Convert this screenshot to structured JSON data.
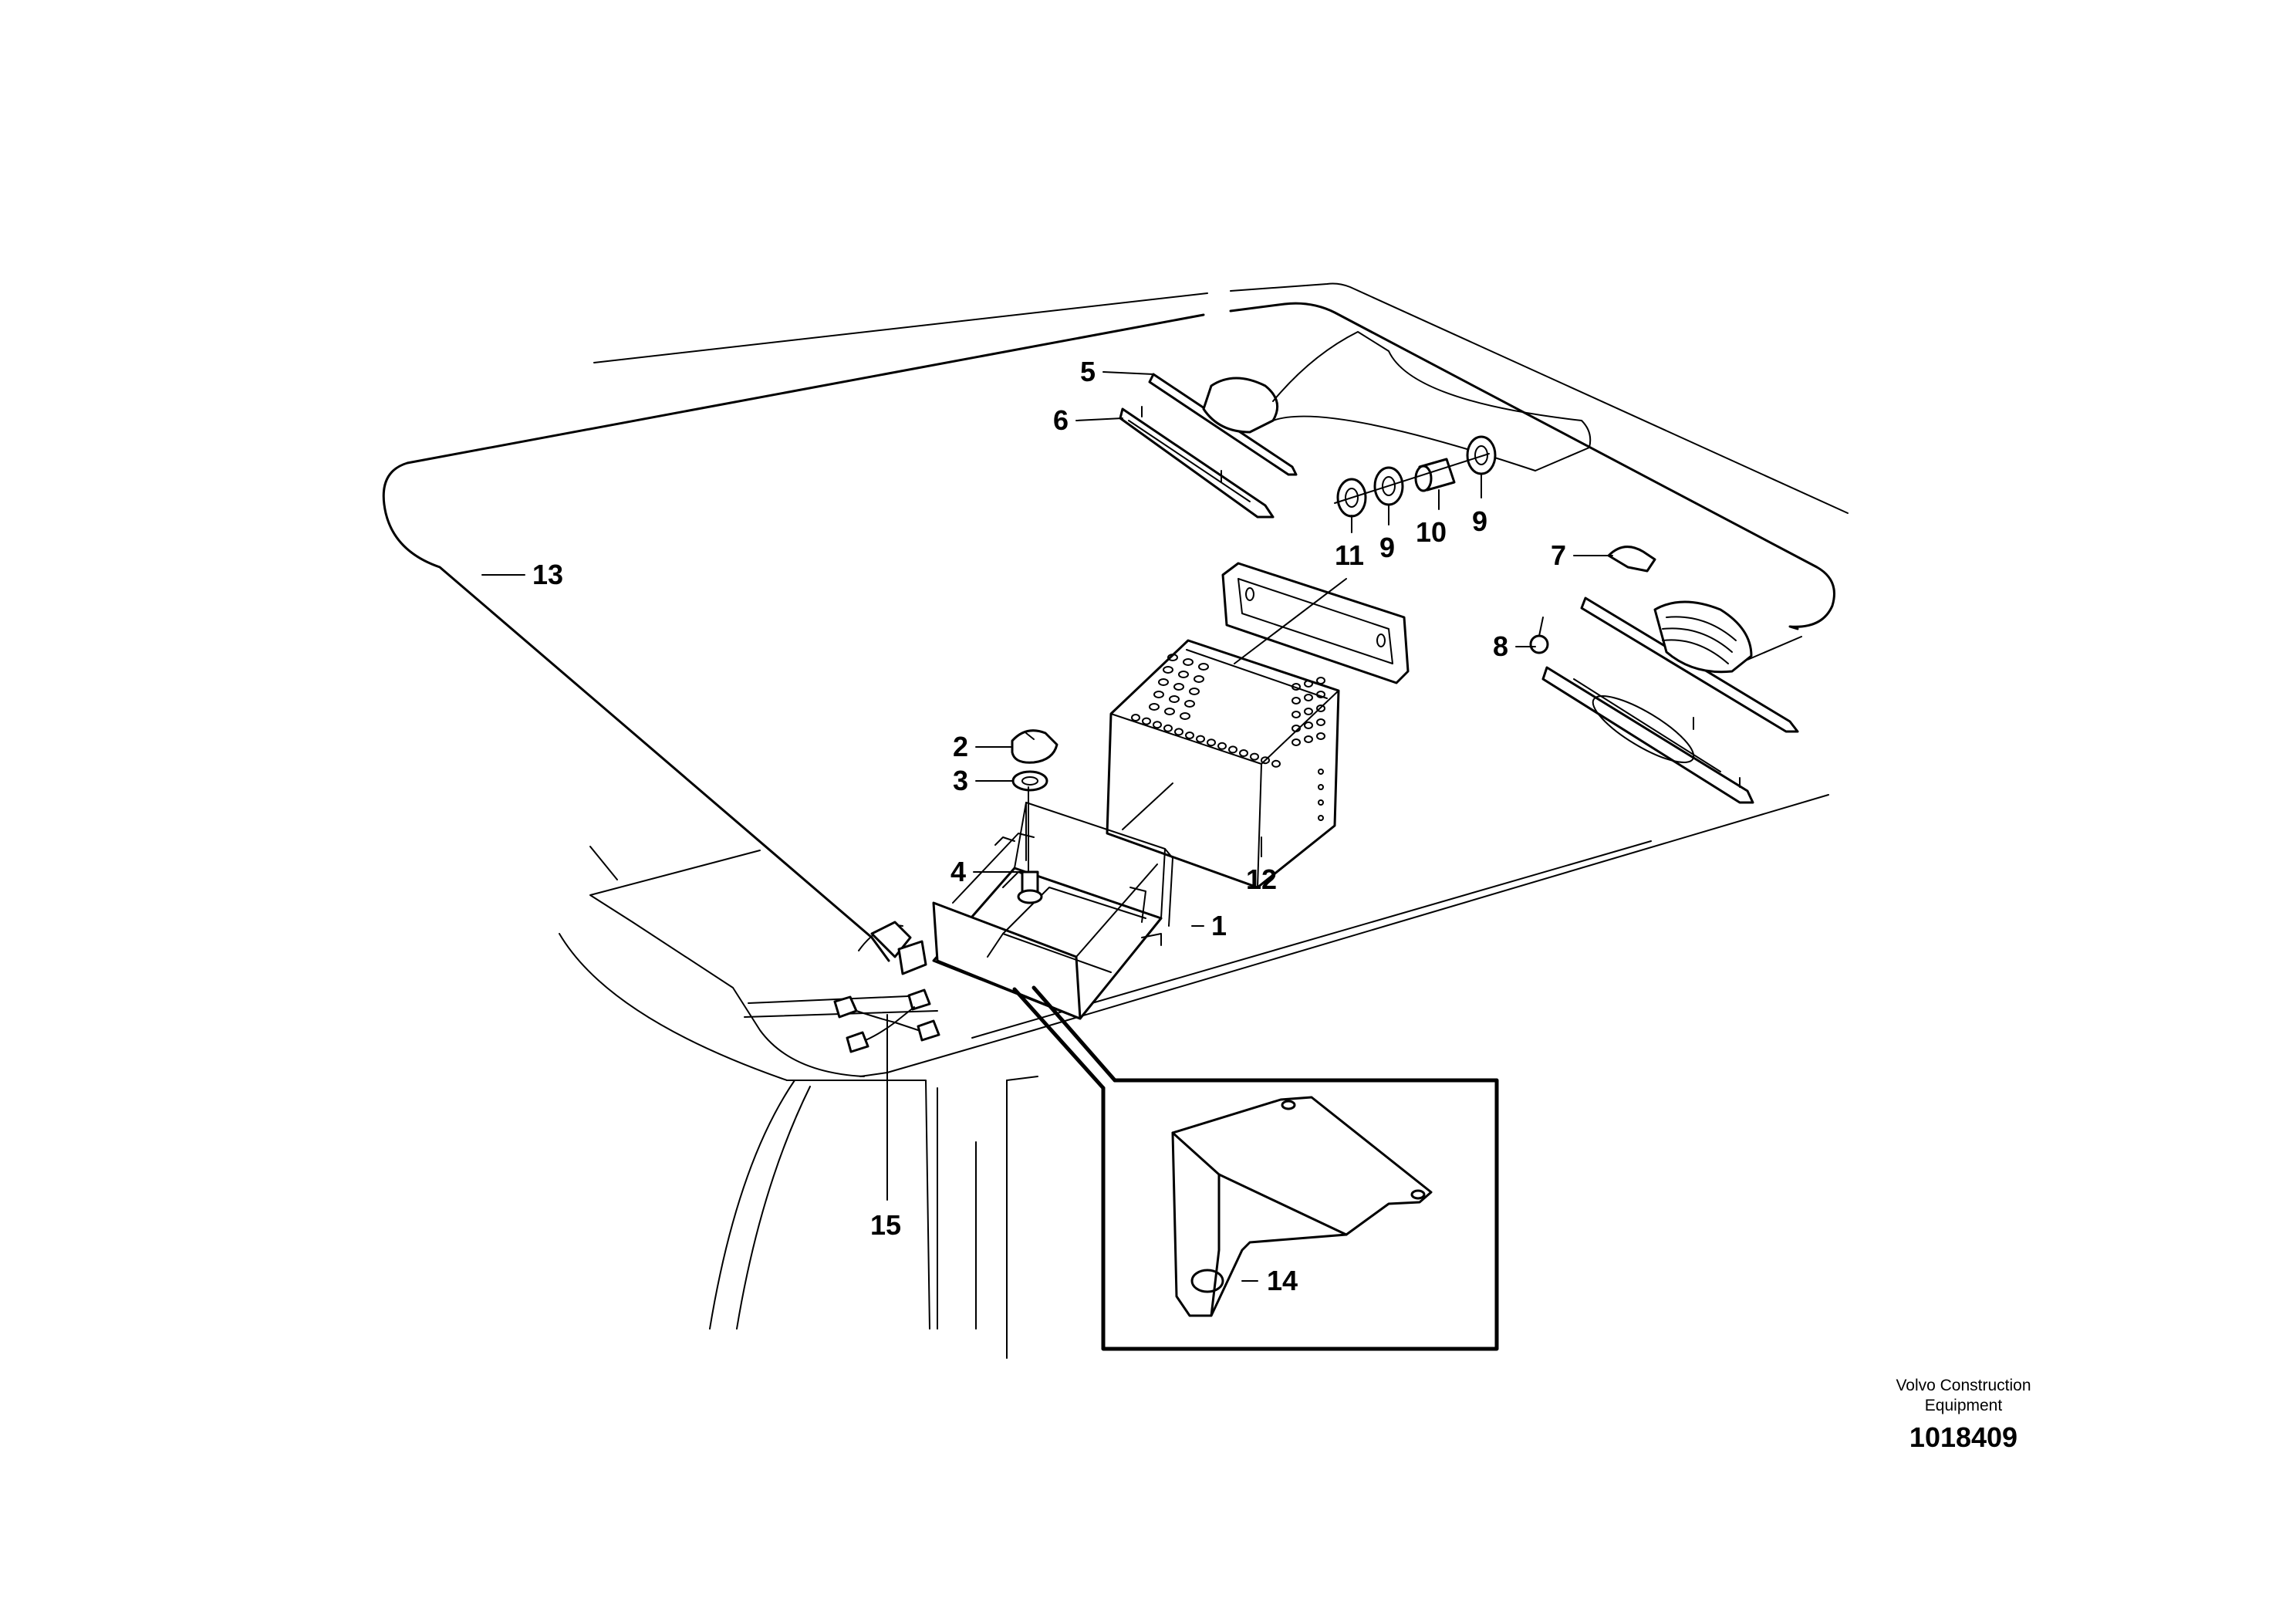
{
  "callouts": [
    {
      "id": "1",
      "label": "1"
    },
    {
      "id": "2",
      "label": "2"
    },
    {
      "id": "3",
      "label": "3"
    },
    {
      "id": "4",
      "label": "4"
    },
    {
      "id": "5",
      "label": "5"
    },
    {
      "id": "6",
      "label": "6"
    },
    {
      "id": "7",
      "label": "7"
    },
    {
      "id": "8",
      "label": "8"
    },
    {
      "id": "9a",
      "label": "9"
    },
    {
      "id": "9b",
      "label": "9"
    },
    {
      "id": "10",
      "label": "10"
    },
    {
      "id": "11",
      "label": "11"
    },
    {
      "id": "12",
      "label": "12"
    },
    {
      "id": "13",
      "label": "13"
    },
    {
      "id": "14",
      "label": "14"
    },
    {
      "id": "15",
      "label": "15"
    }
  ],
  "brand": {
    "line1": "Volvo Construction",
    "line2": "Equipment"
  },
  "drawing_number": "1018409"
}
